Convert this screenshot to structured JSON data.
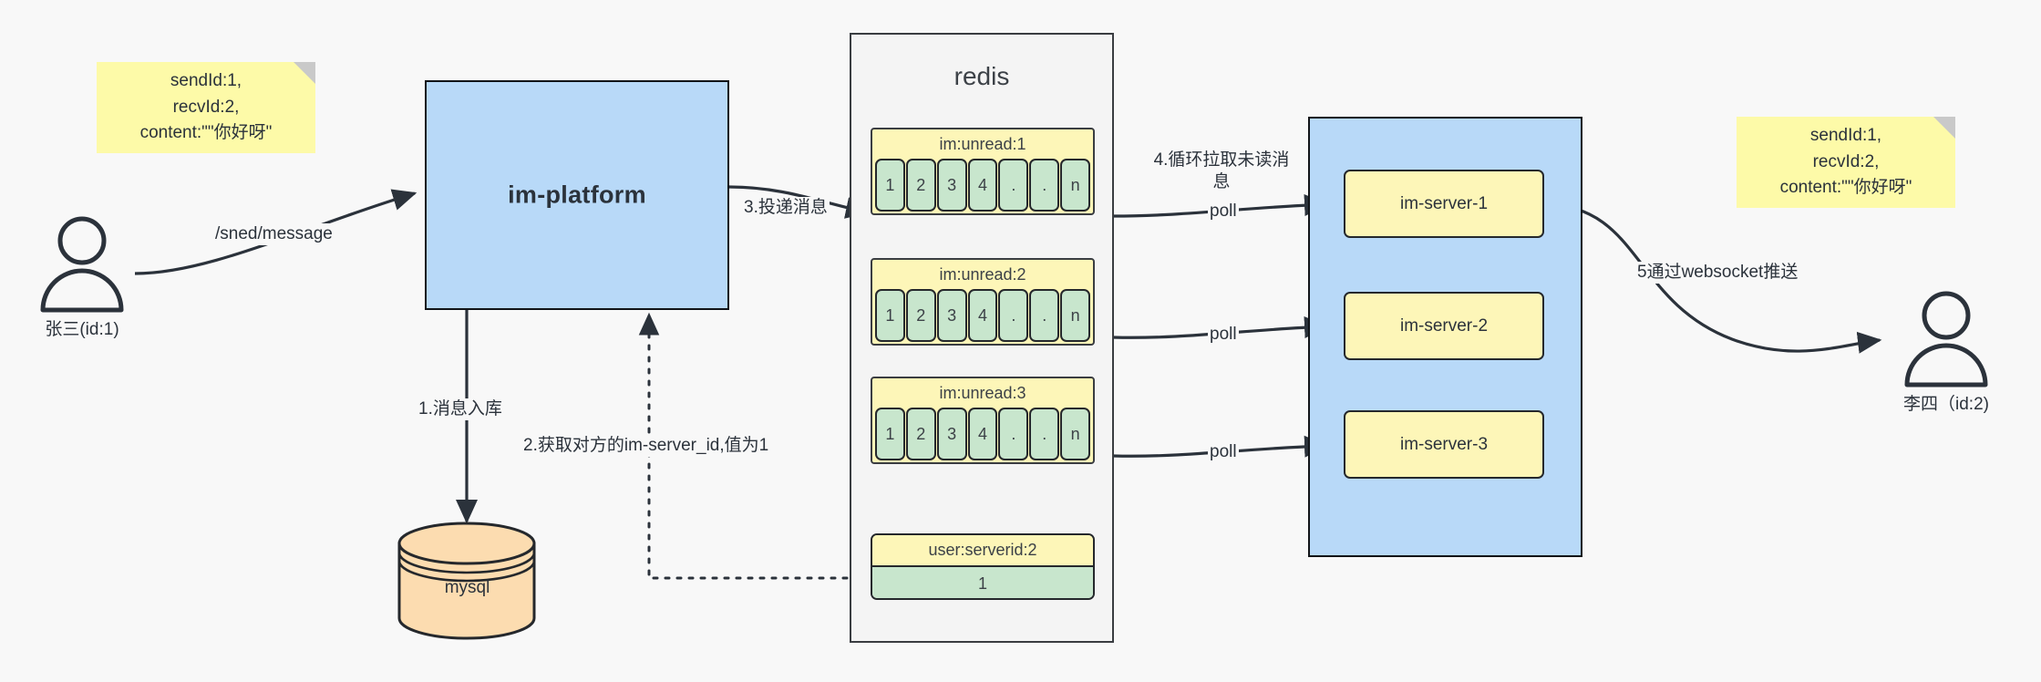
{
  "diagram": {
    "title": "IM message delivery architecture",
    "colors": {
      "background": "#f8f8f8",
      "note_yellow": "#fdfaa8",
      "blue": "#b8d9f8",
      "yellow": "#fdf6b8",
      "green": "#c8e6cd",
      "orange": "#fcdcb0",
      "stroke": "#25282c"
    }
  },
  "notes": {
    "left": {
      "name": "message-payload-note-left",
      "text": "sendId:1,\nrecvId:2,\ncontent:\"\"你好呀\""
    },
    "right": {
      "name": "message-payload-note-right",
      "text": "sendId:1,\nrecvId:2,\ncontent:\"\"你好呀\""
    }
  },
  "actors": [
    {
      "id": "sender",
      "label": "张三(id:1)"
    },
    {
      "id": "receiver",
      "label": "李四（id:2)"
    }
  ],
  "platform": {
    "label": "im-platform"
  },
  "database": {
    "label": "mysql"
  },
  "redis": {
    "title": "redis",
    "queues": [
      {
        "key": "im:unread:1",
        "cells": [
          "1",
          "2",
          "3",
          "4",
          ".",
          ".",
          "n"
        ]
      },
      {
        "key": "im:unread:2",
        "cells": [
          "1",
          "2",
          "3",
          "4",
          ".",
          ".",
          "n"
        ]
      },
      {
        "key": "im:unread:3",
        "cells": [
          "1",
          "2",
          "3",
          "4",
          ".",
          ".",
          "n"
        ]
      }
    ],
    "kv": {
      "key": "user:serverid:2",
      "value": "1"
    }
  },
  "server_cluster": {
    "servers": [
      {
        "label": "im-server-1"
      },
      {
        "label": "im-server-2"
      },
      {
        "label": "im-server-3"
      }
    ]
  },
  "edges": {
    "send_message": "/sned/message",
    "step1": "1.消息入库",
    "step2": "2.获取对方的im-server_id,值为1",
    "step3": "3.投递消息",
    "step4": "4.循环拉取未读消息",
    "poll1": "poll",
    "poll2": "poll",
    "poll3": "poll",
    "step5": "5通过websocket推送"
  }
}
